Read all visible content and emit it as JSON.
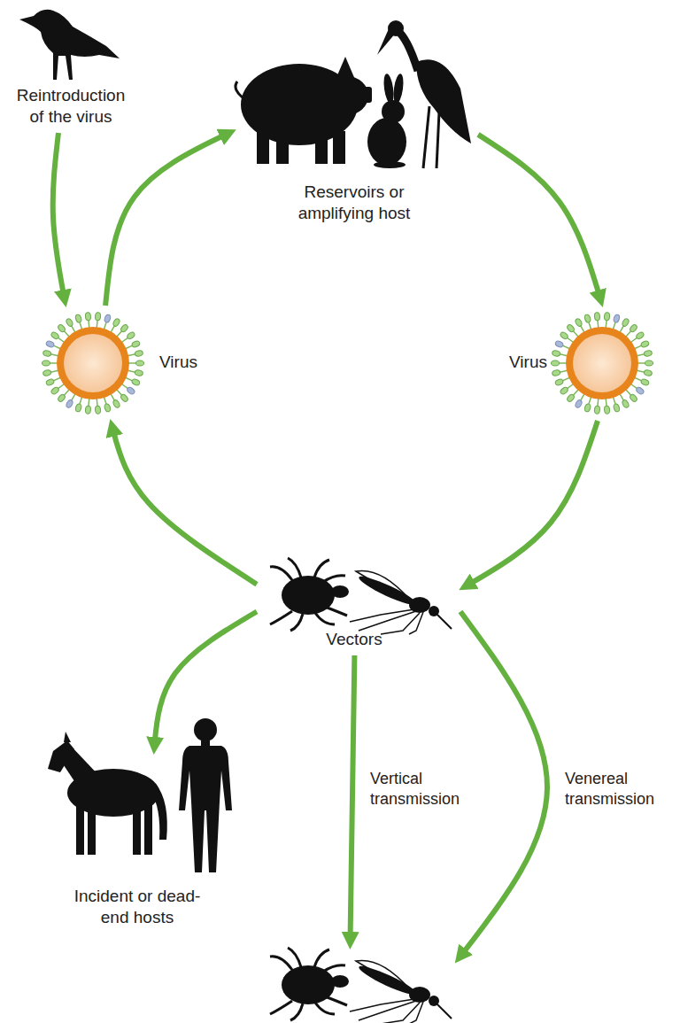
{
  "diagram": {
    "nodes": [
      {
        "text": [
          "Reintroduction of the virus"
        ]
      },
      {
        "text": [
          "Reservoirs or amplifying host"
        ]
      },
      {
        "text": [
          "Virus"
        ]
      },
      {
        "text": [
          "Virus"
        ]
      },
      {
        "text": [
          "Vectors"
        ]
      },
      {
        "text": [
          "Incident or dead-end hosts"
        ]
      },
      {
        "text": []
      }
    ],
    "edges": [
      {
        "from": 0,
        "to": 2,
        "arrow": "to"
      },
      {
        "from": 2,
        "to": 1,
        "arrow": "to"
      },
      {
        "from": 1,
        "to": 3,
        "arrow": "to"
      },
      {
        "from": 3,
        "to": 4,
        "arrow": "to"
      },
      {
        "from": 4,
        "to": 2,
        "arrow": "to"
      },
      {
        "from": 4,
        "to": 5,
        "arrow": "to"
      },
      {
        "from": 4,
        "to": 6,
        "label": "Vertical transmission",
        "arrow": "to"
      },
      {
        "from": 4,
        "to": 6,
        "label": "Venereal transmission",
        "arrow": "to"
      }
    ]
  }
}
